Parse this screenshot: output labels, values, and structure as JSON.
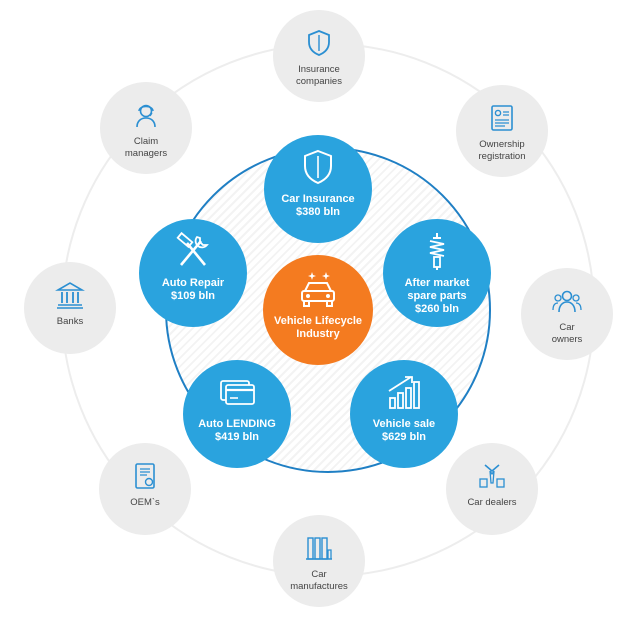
{
  "center": {
    "label": "Vehicle Lifecycle\nIndustry",
    "icon": "car-icon",
    "color": "#f47b20"
  },
  "inner_segments": [
    {
      "label": "Car Insurance",
      "value": "$380 bln",
      "icon": "shield-icon"
    },
    {
      "label": "After market\nspare parts",
      "value": "$260 bln",
      "icon": "shock-absorber-icon"
    },
    {
      "label": "Vehicle sale",
      "value": "$629 bln",
      "icon": "growth-chart-icon"
    },
    {
      "label": "Auto LENDING",
      "value": "$419 bln",
      "icon": "credit-card-icon"
    },
    {
      "label": "Auto Repair",
      "value": "$109 bln",
      "icon": "wrench-hammer-icon"
    }
  ],
  "outer_stakeholders": [
    {
      "label": "Insurance\ncompanies",
      "icon": "shield-icon"
    },
    {
      "label": "Ownership\nregistration",
      "icon": "id-document-icon"
    },
    {
      "label": "Car\nowners",
      "icon": "people-icon"
    },
    {
      "label": "Car dealers",
      "icon": "dealer-icon"
    },
    {
      "label": "Car\nmanufactures",
      "icon": "factory-icon"
    },
    {
      "label": "OEM`s",
      "icon": "certificate-icon"
    },
    {
      "label": "Banks",
      "icon": "bank-icon"
    },
    {
      "label": "Claim\nmanagers",
      "icon": "agent-icon"
    }
  ],
  "colors": {
    "blue": "#2aa3de",
    "orange": "#f47b20",
    "grey": "#ececec",
    "icon_blue": "#2b8fd2",
    "ring": "#1f7fc4"
  }
}
